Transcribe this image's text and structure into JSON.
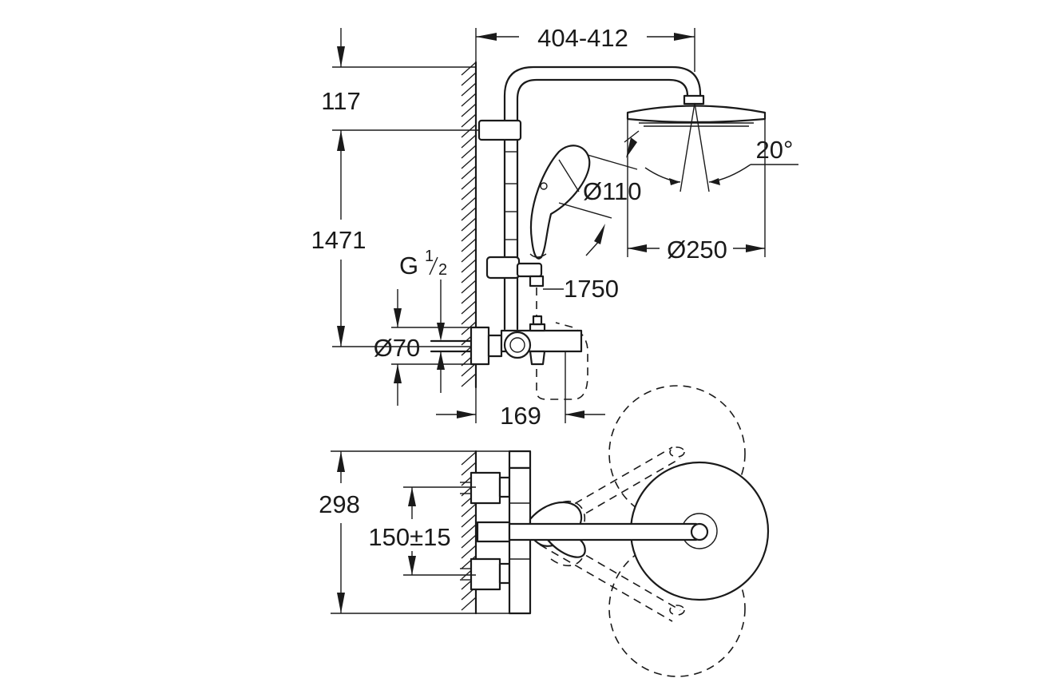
{
  "dimensions": {
    "arm_projection": "404-412",
    "top_offset": "117",
    "rail_height": "1471",
    "connection_thread": "G",
    "thread_numerator": "1",
    "thread_denominator": "2",
    "handshower_diameter": "Ø110",
    "head_diameter": "Ø250",
    "tilt_angle": "20°",
    "hose_length": "1750",
    "escutcheon_diameter": "Ø70",
    "spout_projection": "169",
    "plan_depth": "298",
    "center_distance": "150±15"
  }
}
